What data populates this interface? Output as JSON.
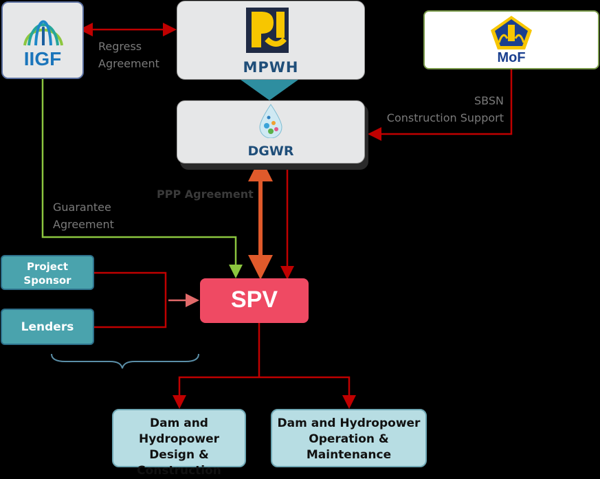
{
  "nodes": {
    "iigf": "IIGF",
    "mpwh": "MPWH",
    "mof": "MoF",
    "dgwr": "DGWR",
    "spv": "SPV",
    "project_sponsor": "Project Sponsor",
    "lenders": "Lenders",
    "design_construction": "Dam and Hydropower Design & Construction",
    "operation_maintenance": "Dam and Hydropower Operation & Maintenance"
  },
  "edges": {
    "regress": [
      "Regress",
      "Agreement"
    ],
    "sbsn": [
      "SBSN",
      "Construction Support"
    ],
    "guarantee": [
      "Guarantee",
      "Agreement"
    ],
    "ppp": "PPP Agreement"
  },
  "colors": {
    "red_line": "#c00000",
    "orange_arrow": "#e05a2b",
    "green_line": "#8cc63f",
    "teal_box": "#4aa3ad",
    "light_teal_box": "#b7dde3",
    "spv": "#ef4a63",
    "grey_box": "#e6e7e8",
    "mpwh_text": "#1f4e79"
  }
}
